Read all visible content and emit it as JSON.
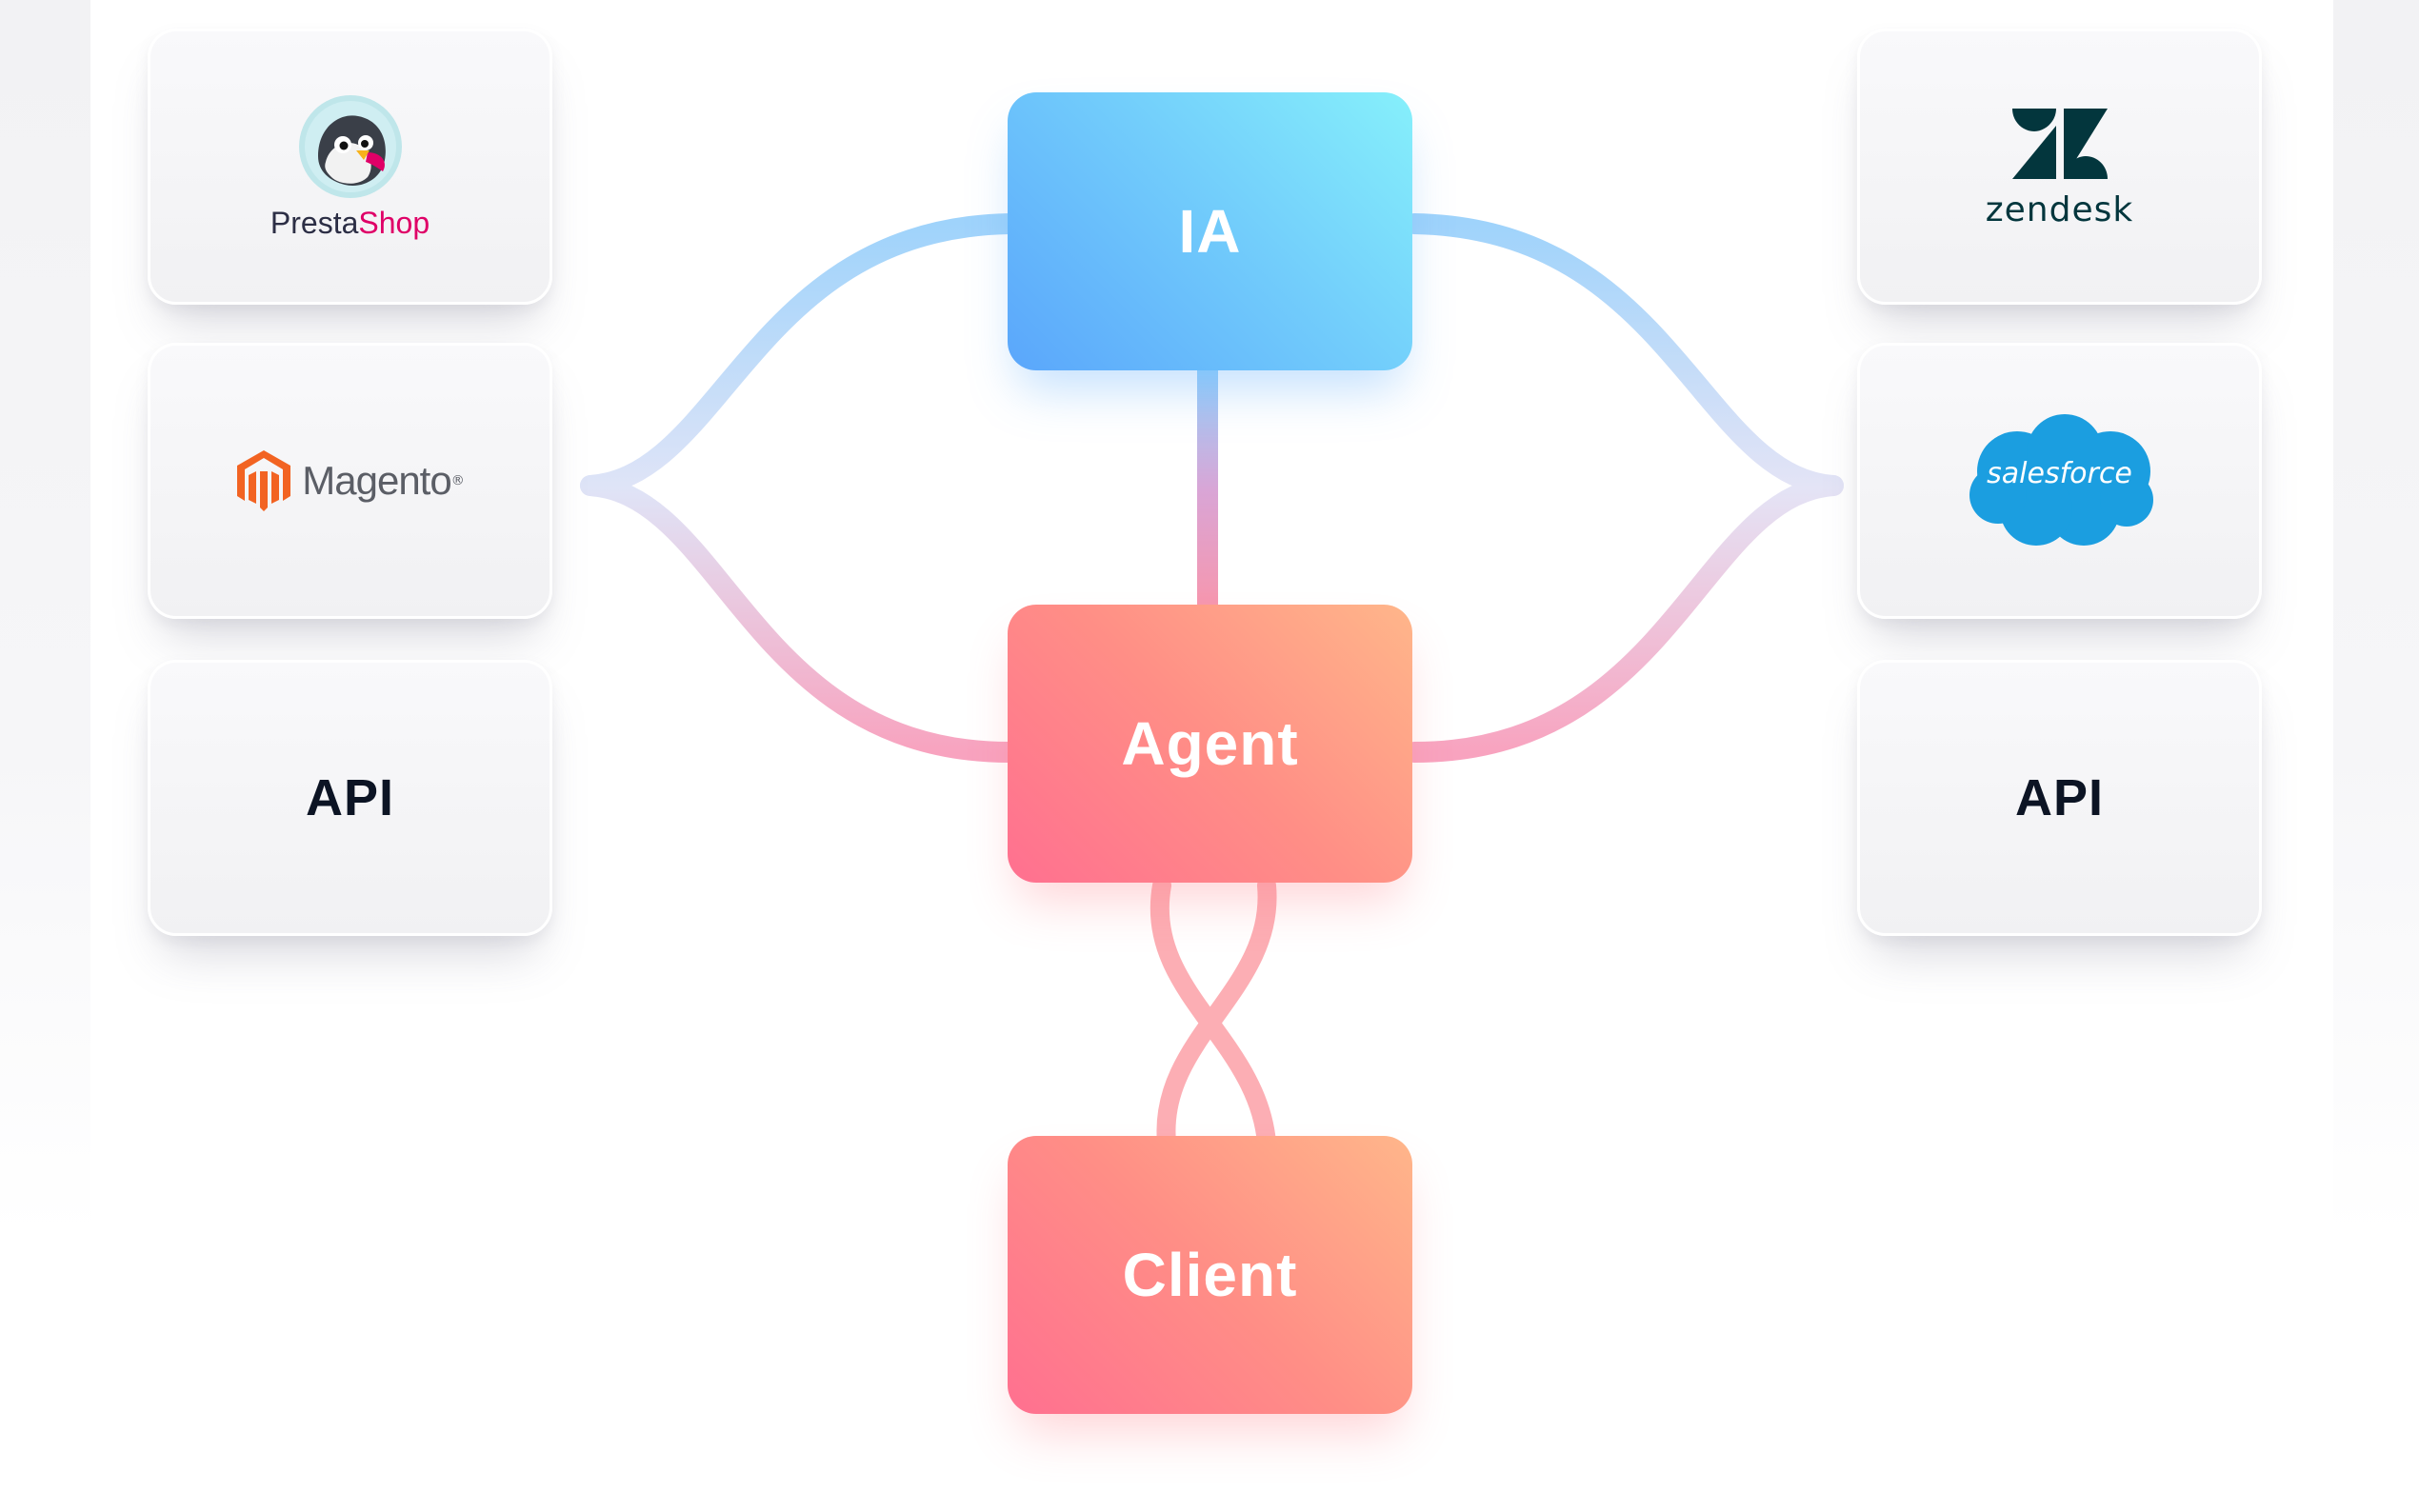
{
  "diagram": {
    "nodes": {
      "ia": "IA",
      "agent": "Agent",
      "client": "Client"
    },
    "left_integrations": {
      "prestashop": {
        "text_main": "Presta",
        "text_accent": "Shop",
        "icon": "prestashop-puffin-icon"
      },
      "magento": {
        "text": "Magento",
        "icon": "magento-icon"
      },
      "api": "API"
    },
    "right_integrations": {
      "zendesk": {
        "text": "zendesk",
        "icon": "zendesk-icon"
      },
      "salesforce": {
        "text": "salesforce",
        "icon": "salesforce-cloud-icon"
      },
      "api": "API"
    },
    "colors": {
      "ia_blue": "#72cdfb",
      "agent_coral": "#ff8e86",
      "prestashop_pink": "#df0067",
      "magento_orange": "#f26322",
      "zendesk_dark": "#03363d",
      "salesforce_blue": "#1b9ee0"
    }
  }
}
